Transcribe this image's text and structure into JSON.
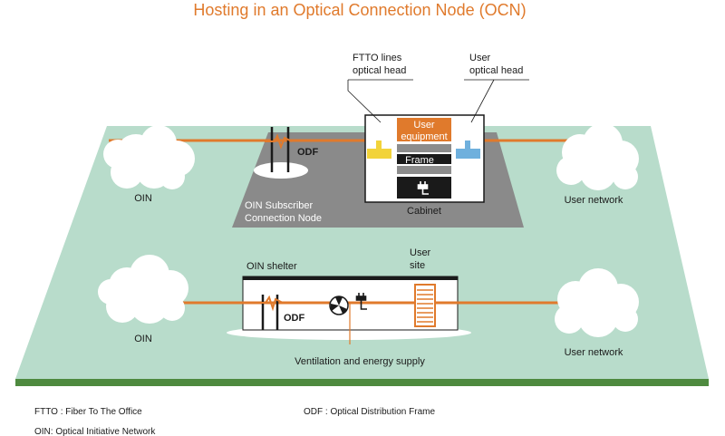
{
  "title": "Hosting in an Optical Connection Node (OCN)",
  "colors": {
    "title": "#e07a2c",
    "fiber": "#e07a2c",
    "ground": "#b8dccb",
    "ground_edge": "#4e8a3f",
    "node_area": "#8a8a8a",
    "cloud": "#ffffff",
    "ftto_head": "#f2d33a",
    "user_head": "#6fb0dd",
    "equipment": "#e07a2c",
    "frame": "#1a1a1a",
    "panel": "#8c8c8c"
  },
  "top": {
    "ftto_callout_line1": "FTTO lines",
    "ftto_callout_line2": "optical head",
    "user_callout_line1": "User",
    "user_callout_line2": "optical head",
    "user_equipment_line1": "User",
    "user_equipment_line2": "equipment",
    "frame_label": "Frame",
    "cabinet_label": "Cabinet",
    "odf_label": "ODF",
    "node_line1": "OIN Subscriber",
    "node_line2": "Connection Node",
    "oin_label": "OIN",
    "user_network_label": "User network",
    "icons": [
      "plug-icon"
    ]
  },
  "bottom": {
    "shelter_label": "OIN shelter",
    "user_site_line1": "User",
    "user_site_line2": "site",
    "odf_label": "ODF",
    "ventilation_label": "Ventilation and energy supply",
    "oin_label": "OIN",
    "user_network_label": "User network",
    "icons": [
      "fan-icon",
      "plug-icon"
    ]
  },
  "legend": {
    "ftto": "FTTO : Fiber To The Office",
    "oin": "OIN: Optical Initiative Network",
    "odf": "ODF : Optical Distribution Frame"
  }
}
